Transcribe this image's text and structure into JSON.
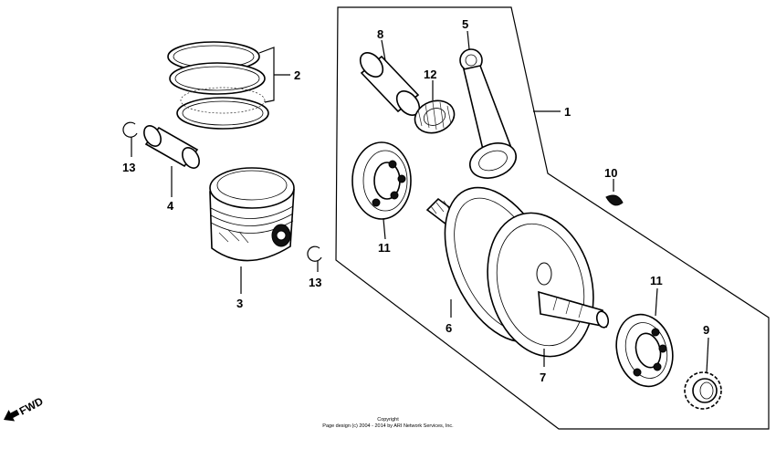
{
  "callouts": [
    {
      "id": "c1",
      "text": "1"
    },
    {
      "id": "c2",
      "text": "2"
    },
    {
      "id": "c3",
      "text": "3"
    },
    {
      "id": "c4",
      "text": "4"
    },
    {
      "id": "c5",
      "text": "5"
    },
    {
      "id": "c6",
      "text": "6"
    },
    {
      "id": "c7",
      "text": "7"
    },
    {
      "id": "c8",
      "text": "8"
    },
    {
      "id": "c9",
      "text": "9"
    },
    {
      "id": "c10",
      "text": "10"
    },
    {
      "id": "c11a",
      "text": "11"
    },
    {
      "id": "c11b",
      "text": "11"
    },
    {
      "id": "c12",
      "text": "12"
    },
    {
      "id": "c13a",
      "text": "13"
    },
    {
      "id": "c13b",
      "text": "13"
    }
  ],
  "fwd_label": "FWD",
  "copyright": {
    "line1": "Copyright",
    "line2": "Page design (c) 2004 - 2014 by ARI Network Services, Inc."
  }
}
